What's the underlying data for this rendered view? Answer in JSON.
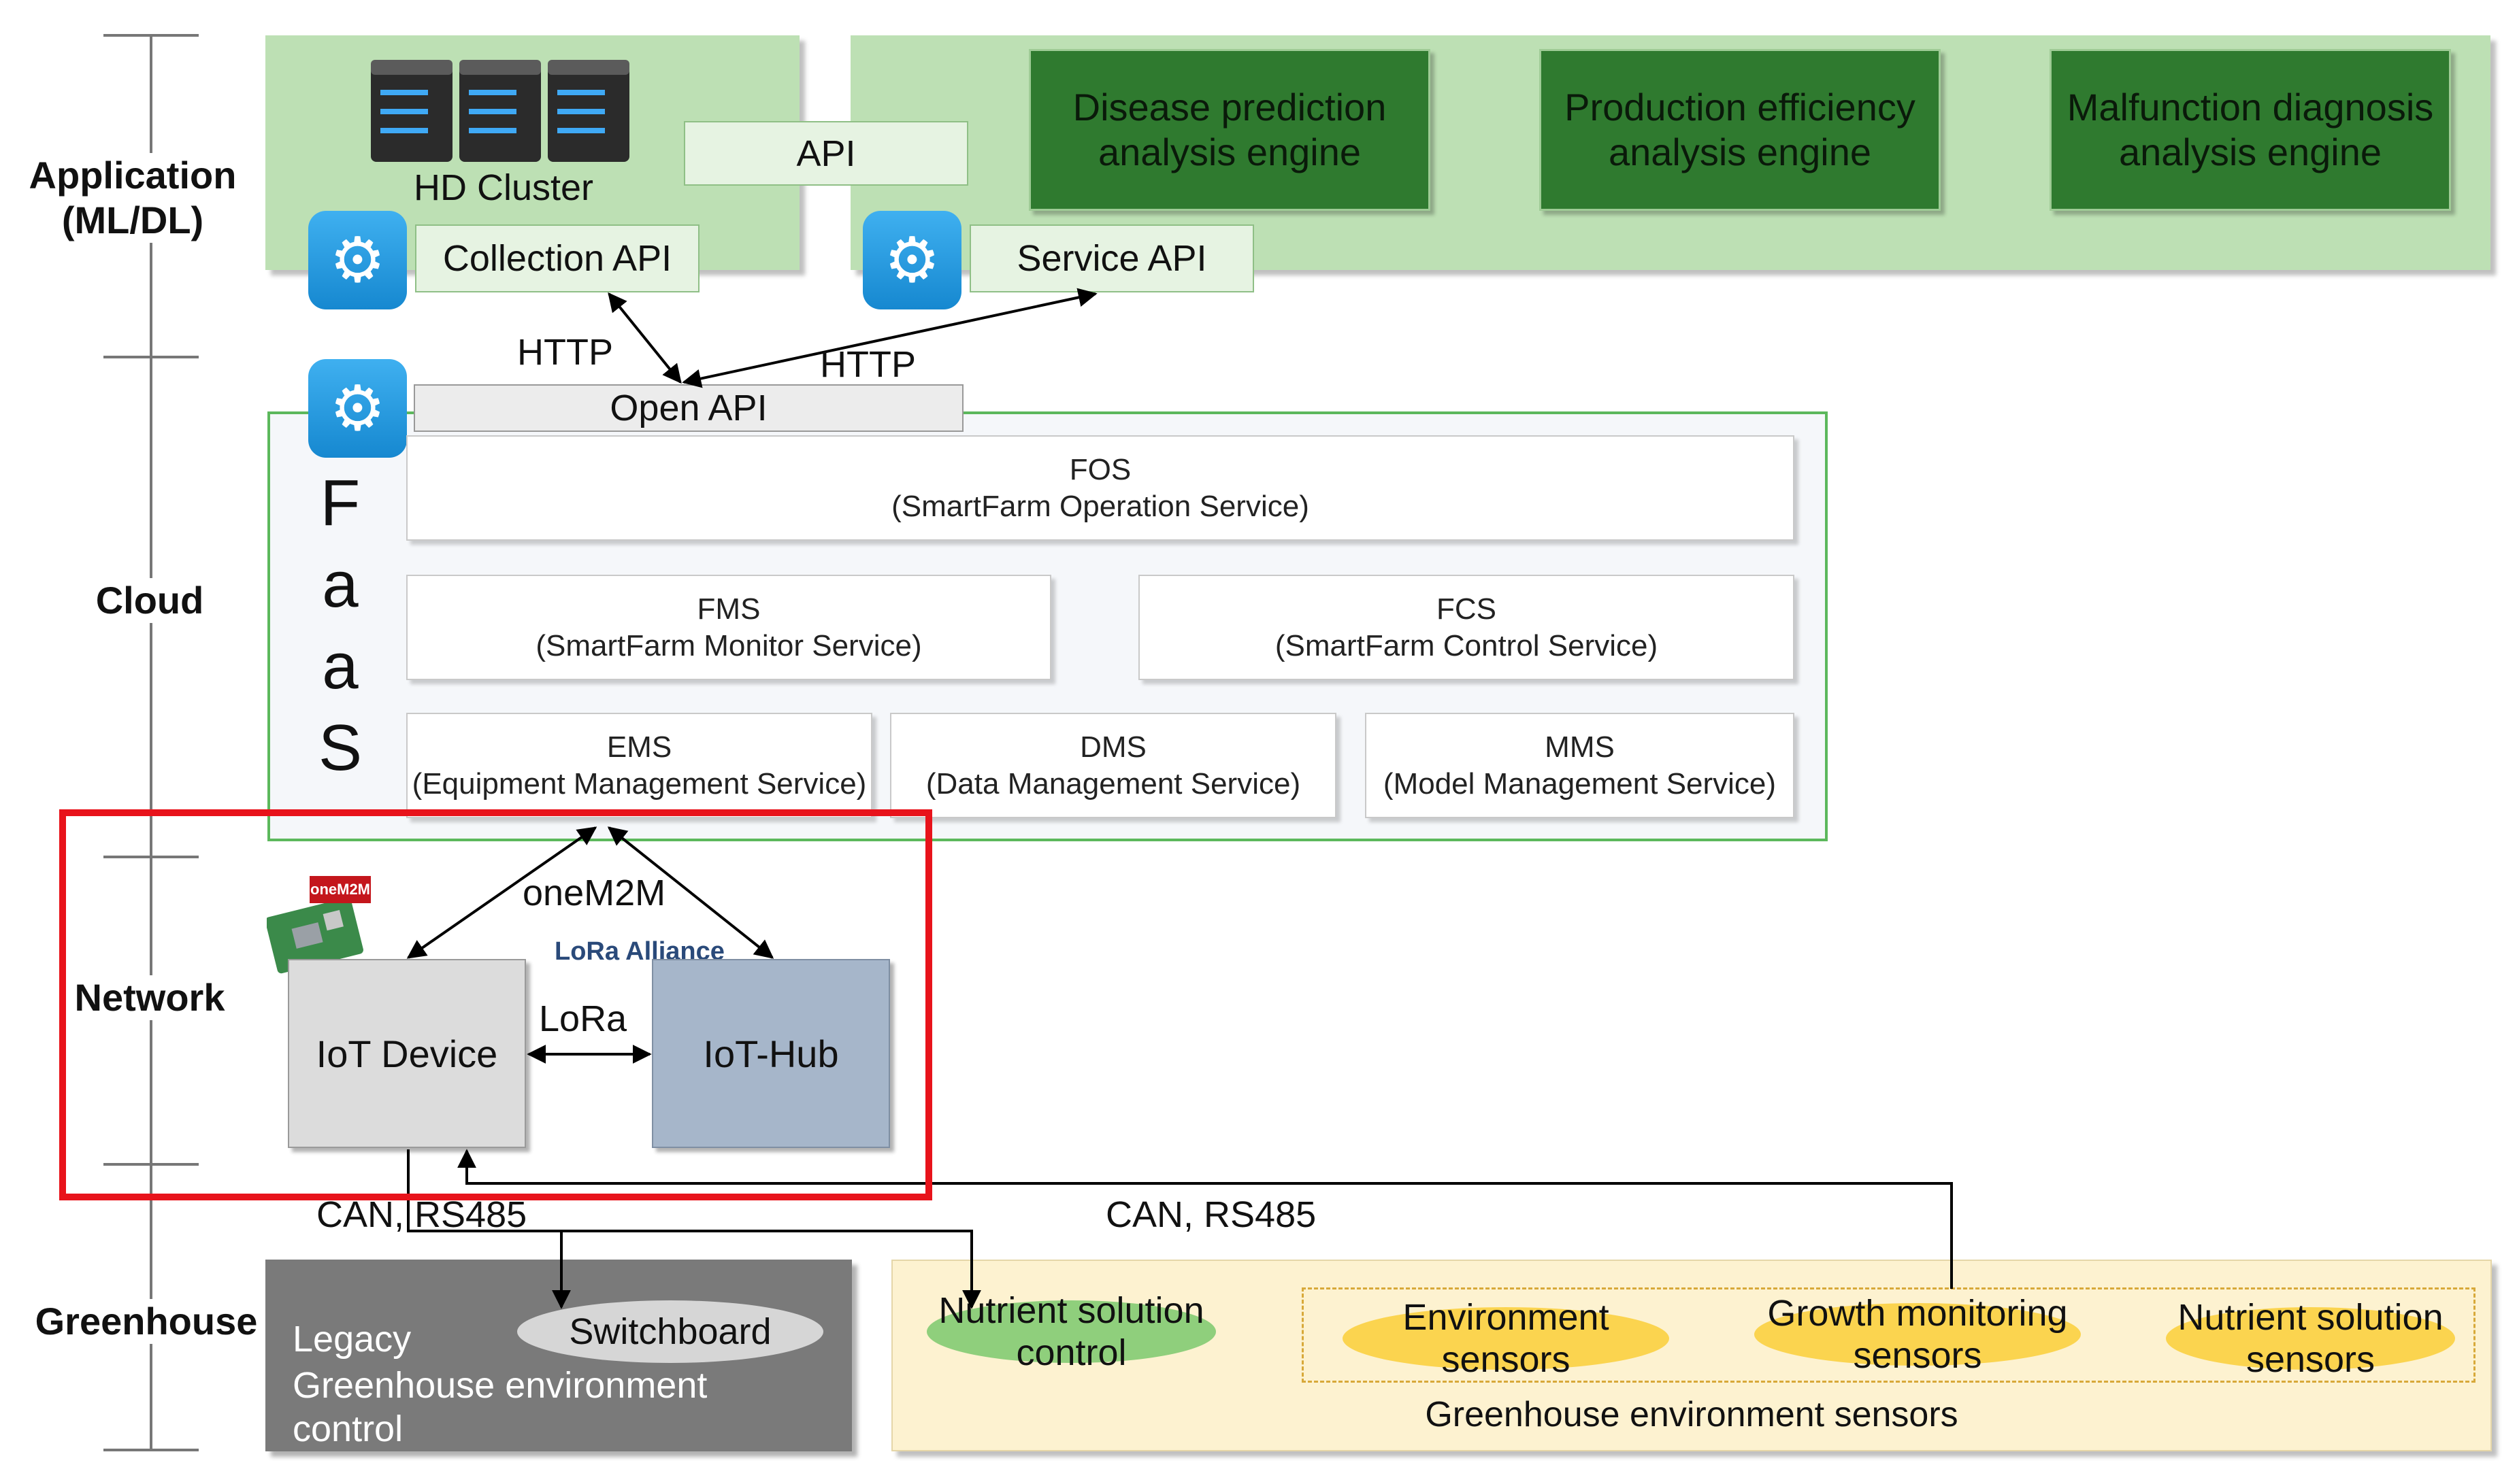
{
  "layers": {
    "application": "Application\n(ML/DL)",
    "cloud": "Cloud",
    "network": "Network",
    "greenhouse": "Greenhouse"
  },
  "application": {
    "cluster_label": "HD Cluster",
    "api_label": "API",
    "collection_api": "Collection API",
    "service_api": "Service API",
    "engines": [
      "Disease prediction\nanalysis engine",
      "Production efficiency\nanalysis engine",
      "Malfunction diagnosis\nanalysis engine"
    ]
  },
  "edges": {
    "http_left": "HTTP",
    "http_right": "HTTP",
    "onem2m": "oneM2M",
    "lora": "LoRa",
    "can_left": "CAN, RS485",
    "can_right": "CAN, RS485"
  },
  "cloud": {
    "open_api": "Open API",
    "faas_letters": [
      "F",
      "a",
      "a",
      "S"
    ],
    "services": {
      "fos": {
        "name": "FOS",
        "full": "(SmartFarm Operation Service)"
      },
      "fms": {
        "name": "FMS",
        "full": "(SmartFarm Monitor Service)"
      },
      "fcs": {
        "name": "FCS",
        "full": "(SmartFarm Control Service)"
      },
      "ems": {
        "name": "EMS",
        "full": "(Equipment Management Service)"
      },
      "dms": {
        "name": "DMS",
        "full": "(Data Management Service)"
      },
      "mms": {
        "name": "MMS",
        "full": "(Model Management Service)"
      }
    }
  },
  "network": {
    "onem2m_logo": "oneM2M",
    "lora_alliance": "LoRa Alliance",
    "iot_device": "IoT Device",
    "iot_hub": "IoT-Hub"
  },
  "greenhouse": {
    "legacy_title": "Legacy",
    "legacy_desc": "Greenhouse environment\ncontrol",
    "switchboard": "Switchboard",
    "nutrient_control": "Nutrient solution\ncontrol",
    "sensors": [
      "Environment\nsensors",
      "Growth monitoring\nsensors",
      "Nutrient solution\nsensors"
    ],
    "sensors_group": "Greenhouse environment sensors"
  },
  "colors": {
    "highlight": "#e8131b",
    "engine_green": "#2f7a2f",
    "panel_green": "#bde0b4",
    "faas_border": "#5cb85c",
    "hub_blue": "#a6b6ca",
    "sensor_yellow": "#fbd44f",
    "control_green": "#8fcf7c"
  }
}
